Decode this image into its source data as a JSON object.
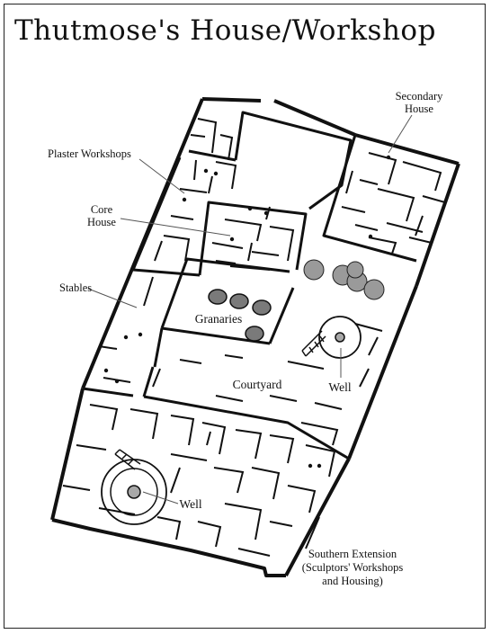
{
  "title": "Thutmose's House/Workshop",
  "labels": {
    "secondary_house": [
      "Secondary",
      "House"
    ],
    "plaster_workshops": "Plaster Workshops",
    "core_house": [
      "Core",
      "House"
    ],
    "stables": "Stables",
    "granaries": "Granaries",
    "courtyard": "Courtyard",
    "well_courtyard": "Well",
    "well_south": "Well",
    "southern_extension": [
      "Southern Extension",
      "(Sculptors' Workshops",
      "and Housing)"
    ]
  },
  "colors": {
    "ink": "#111111",
    "granary_fill": "#7a7a7a",
    "tree_fill": "#9a9a9a",
    "well_center": "#a8a8a8"
  }
}
